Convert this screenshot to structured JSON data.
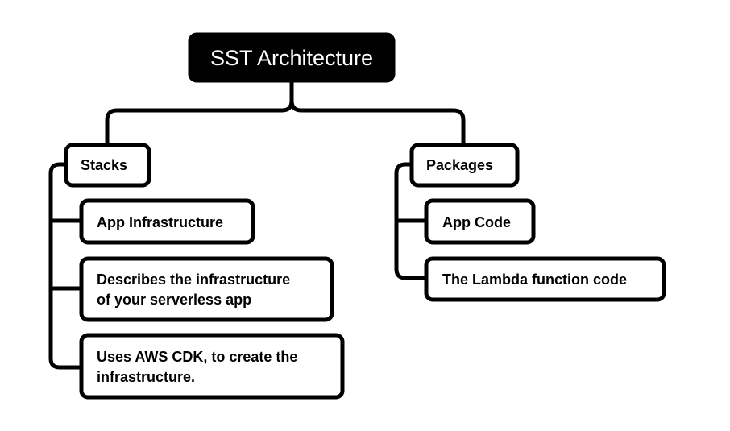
{
  "diagram": {
    "root": {
      "label": "SST Architecture"
    },
    "stacks": {
      "label": "Stacks",
      "items": [
        {
          "lines": [
            "App Infrastructure"
          ]
        },
        {
          "lines": [
            "Describes the infrastructure",
            "of your serverless app"
          ]
        },
        {
          "lines": [
            "Uses AWS CDK, to create the",
            "infrastructure."
          ]
        }
      ]
    },
    "packages": {
      "label": "Packages",
      "items": [
        {
          "lines": [
            "App Code"
          ]
        },
        {
          "lines": [
            "The Lambda function code"
          ]
        }
      ]
    }
  },
  "colors": {
    "stroke": "#000000",
    "root_fill": "#000000",
    "node_fill": "#ffffff",
    "root_text": "#ffffff"
  }
}
